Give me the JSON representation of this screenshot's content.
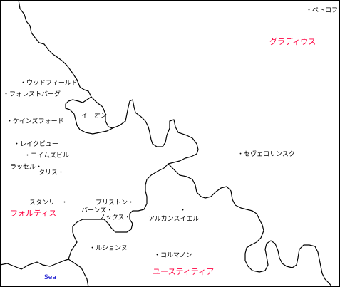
{
  "map": {
    "colors": {
      "background": "#ffffff",
      "border": "#000000",
      "city_text": "#000000",
      "nation_text": "#ff0040",
      "sea_text": "#0000cc"
    },
    "nations": {
      "gradius": "グラディウス",
      "fortis": "フォルティス",
      "eustitia": "ユースティティア"
    },
    "sea": "Sea",
    "cities": {
      "petrof": "・ペトロフ",
      "woodfield": "・ウッドフィールド",
      "forestburg": "・フォレストバーグ",
      "eon": "イーオン",
      "keinsford": "・ケインズフォード",
      "lakeview": "・レイクビュー",
      "aimsville": "・エイムズビル",
      "russell": "ラッセル・",
      "taris": "タリス・",
      "severolinsk": "・セヴェロリンスク",
      "stanley": "スタンリー・",
      "bristone": "ブリストン・",
      "barnes": "バーンズ・",
      "knox": "ノックス・",
      "arkansas_ile": "アルカンスイエル",
      "arkansas_dot": "・",
      "lucion": "・ルションヌ",
      "colmanon": "・コルマノン"
    }
  }
}
